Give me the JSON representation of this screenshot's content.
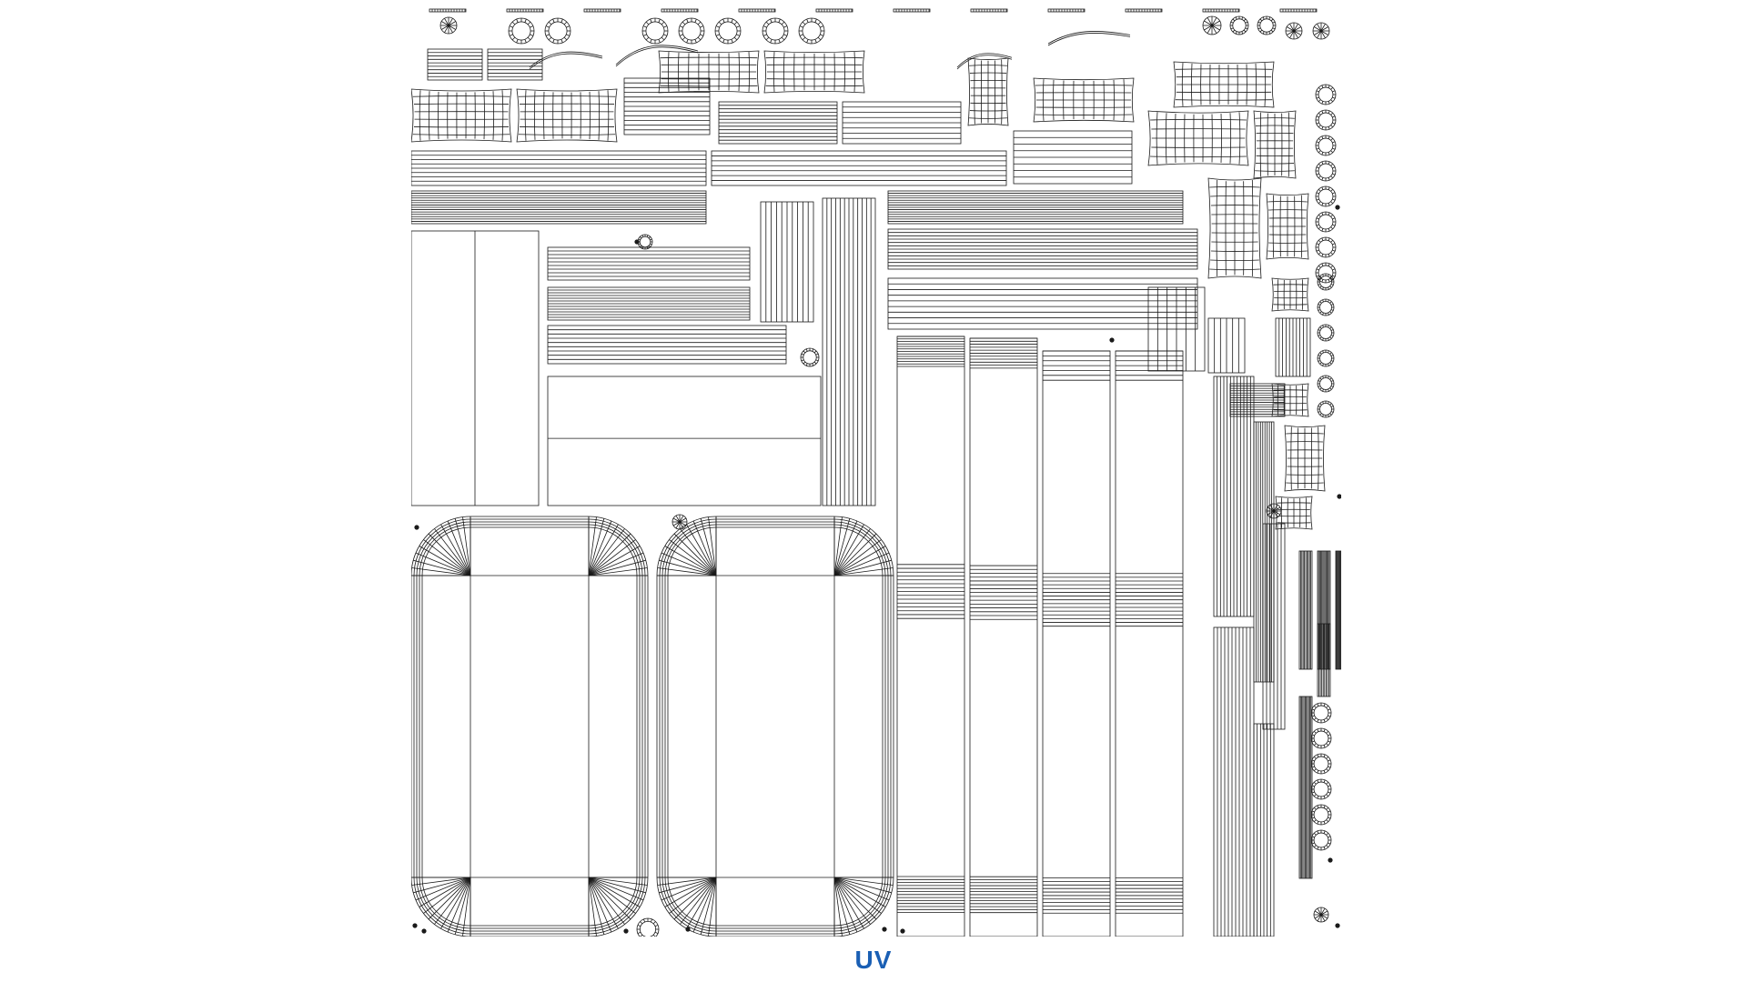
{
  "caption": "UV",
  "colors": {
    "background": "#ffffff",
    "wire": "#1a1a1a",
    "caption": "#1a5fb4"
  },
  "uv_islands": [
    {
      "kind": "strip",
      "orient": "h",
      "lines": 9
    },
    {
      "kind": "strip",
      "orient": "h",
      "lines": 9
    },
    {
      "kind": "strip",
      "orient": "h",
      "lines": 12
    },
    {
      "kind": "strip",
      "orient": "h",
      "lines": 12
    },
    {
      "kind": "strip",
      "orient": "h",
      "lines": 8
    },
    {
      "kind": "strip",
      "orient": "h",
      "lines": 8
    },
    {
      "kind": "strip",
      "orient": "h",
      "lines": 8
    },
    {
      "kind": "strip",
      "orient": "h",
      "lines": 7
    },
    {
      "kind": "strip",
      "orient": "h",
      "lines": 14
    },
    {
      "kind": "strip",
      "orient": "h",
      "lines": 14
    },
    {
      "kind": "strip",
      "orient": "h",
      "lines": 9
    },
    {
      "kind": "strip",
      "orient": "h",
      "lines": 12
    },
    {
      "kind": "strip",
      "orient": "h",
      "lines": 12
    },
    {
      "kind": "strip",
      "orient": "h",
      "lines": 9
    },
    {
      "kind": "strip",
      "orient": "h",
      "lines": 9
    },
    {
      "kind": "strip",
      "orient": "h",
      "lines": 8
    },
    {
      "kind": "strip",
      "orient": "h",
      "lines": 14
    },
    {
      "kind": "strip",
      "orient": "h",
      "lines": 6
    },
    {
      "kind": "strip",
      "orient": "v",
      "lines": 10
    },
    {
      "kind": "strip",
      "orient": "v",
      "lines": 12
    },
    {
      "kind": "strip",
      "orient": "v",
      "lines": 12
    },
    {
      "kind": "strip",
      "orient": "v",
      "lines": 11
    },
    {
      "kind": "strip",
      "orient": "v",
      "lines": 9
    },
    {
      "kind": "strip",
      "orient": "v",
      "lines": 6
    },
    {
      "kind": "strip",
      "orient": "v",
      "lines": 6
    },
    {
      "kind": "grid",
      "cols": 10,
      "rows": 6
    },
    {
      "kind": "grid",
      "cols": 10,
      "rows": 6
    },
    {
      "kind": "grid",
      "cols": 11,
      "rows": 7
    },
    {
      "kind": "grid",
      "cols": 11,
      "rows": 7
    },
    {
      "kind": "grid",
      "cols": 6,
      "rows": 9
    },
    {
      "kind": "grid",
      "cols": 10,
      "rows": 6
    },
    {
      "kind": "grid",
      "cols": 11,
      "rows": 6
    },
    {
      "kind": "grid",
      "cols": 11,
      "rows": 6
    },
    {
      "kind": "grid",
      "cols": 6,
      "rows": 9
    },
    {
      "kind": "grid",
      "cols": 6,
      "rows": 11
    },
    {
      "kind": "grid",
      "cols": 6,
      "rows": 8
    },
    {
      "kind": "grid",
      "cols": 6,
      "rows": 5
    },
    {
      "kind": "grid",
      "cols": 6,
      "rows": 5
    },
    {
      "kind": "grid",
      "cols": 6,
      "rows": 8
    },
    {
      "kind": "grid",
      "cols": 6,
      "rows": 5
    },
    {
      "kind": "panel",
      "splits": 1
    },
    {
      "kind": "panel",
      "splits": 1
    },
    {
      "kind": "rounded-panel"
    },
    {
      "kind": "rounded-panel"
    },
    {
      "kind": "tall-panel",
      "bands": [
        12,
        14,
        12
      ]
    },
    {
      "kind": "tall-panel",
      "bands": [
        10,
        14,
        12
      ]
    },
    {
      "kind": "tall-panel",
      "bands": [
        6,
        14,
        10
      ]
    },
    {
      "kind": "tall-panel",
      "bands": [
        6,
        14,
        10
      ]
    }
  ]
}
